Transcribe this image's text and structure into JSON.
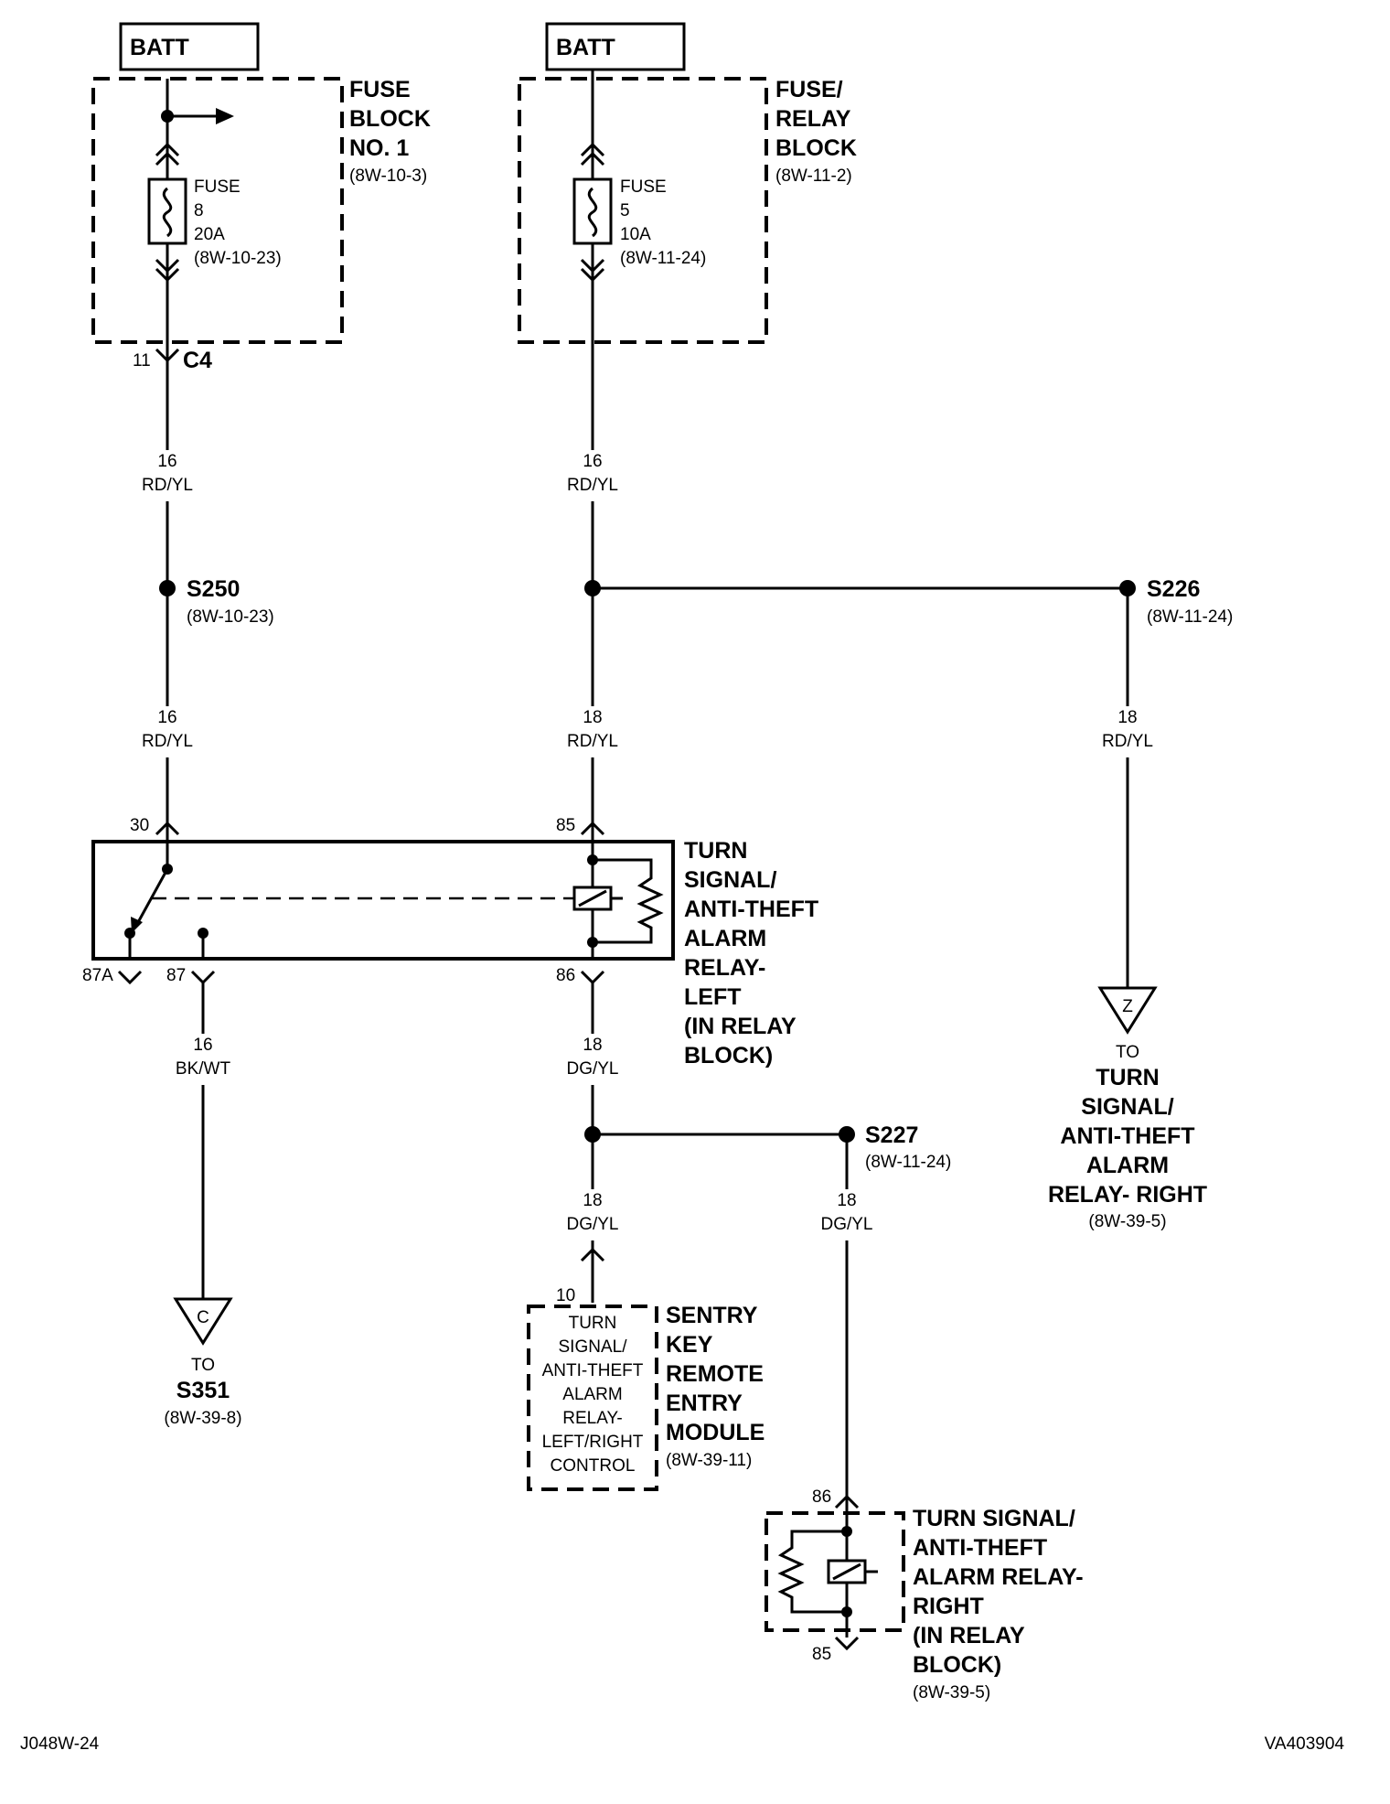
{
  "battery_left": "BATT",
  "battery_mid": "BATT",
  "fuse_block_1": {
    "title_lines": [
      "FUSE",
      "BLOCK",
      "NO. 1"
    ],
    "ref": "(8W-10-3)",
    "fuse_lines": [
      "FUSE",
      "8",
      "20A",
      "(8W-10-23)"
    ],
    "connector_pin": "11",
    "connector_name": "C4"
  },
  "fuse_relay_block": {
    "title_lines": [
      "FUSE/",
      "RELAY",
      "BLOCK"
    ],
    "ref": "(8W-11-2)",
    "fuse_lines": [
      "FUSE",
      "5",
      "10A",
      "(8W-11-24)"
    ]
  },
  "wires": {
    "w1": [
      "16",
      "RD/YL"
    ],
    "w2": [
      "16",
      "RD/YL"
    ],
    "w3": [
      "16",
      "RD/YL"
    ],
    "w4": [
      "18",
      "RD/YL"
    ],
    "w5": [
      "18",
      "RD/YL"
    ],
    "w6": [
      "16",
      "BK/WT"
    ],
    "w7": [
      "18",
      "DG/YL"
    ],
    "w8": [
      "18",
      "DG/YL"
    ],
    "w9": [
      "18",
      "DG/YL"
    ]
  },
  "splices": {
    "s250": {
      "name": "S250",
      "ref": "(8W-10-23)"
    },
    "s226": {
      "name": "S226",
      "ref": "(8W-11-24)"
    },
    "s227": {
      "name": "S227",
      "ref": "(8W-11-24)"
    }
  },
  "relay_left": {
    "title_lines": [
      "TURN",
      "SIGNAL/",
      "ANTI-THEFT",
      "ALARM",
      "RELAY-",
      "LEFT",
      "(IN RELAY",
      "BLOCK)"
    ],
    "pins": {
      "p30": "30",
      "p85": "85",
      "p87a": "87A",
      "p87": "87",
      "p86": "86"
    }
  },
  "destination_z": {
    "letter": "Z",
    "to": "TO",
    "title_lines": [
      "TURN",
      "SIGNAL/",
      "ANTI-THEFT",
      "ALARM",
      "RELAY- RIGHT"
    ],
    "ref": "(8W-39-5)"
  },
  "destination_c": {
    "letter": "C",
    "to": "TO",
    "title": "S351",
    "ref": "(8W-39-8)"
  },
  "skrem": {
    "pin": "10",
    "inner_lines": [
      "TURN",
      "SIGNAL/",
      "ANTI-THEFT",
      "ALARM",
      "RELAY-",
      "LEFT/RIGHT",
      "CONTROL"
    ],
    "title_lines": [
      "SENTRY",
      "KEY",
      "REMOTE",
      "ENTRY",
      "MODULE"
    ],
    "ref": "(8W-39-11)"
  },
  "relay_right": {
    "pin_top": "86",
    "pin_bottom": "85",
    "title_lines": [
      "TURN SIGNAL/",
      "ANTI-THEFT",
      "ALARM RELAY-",
      "RIGHT",
      "(IN RELAY",
      "BLOCK)"
    ],
    "ref": "(8W-39-5)"
  },
  "footer": {
    "left_code": "J048W-24",
    "right_code": "VA403904"
  }
}
